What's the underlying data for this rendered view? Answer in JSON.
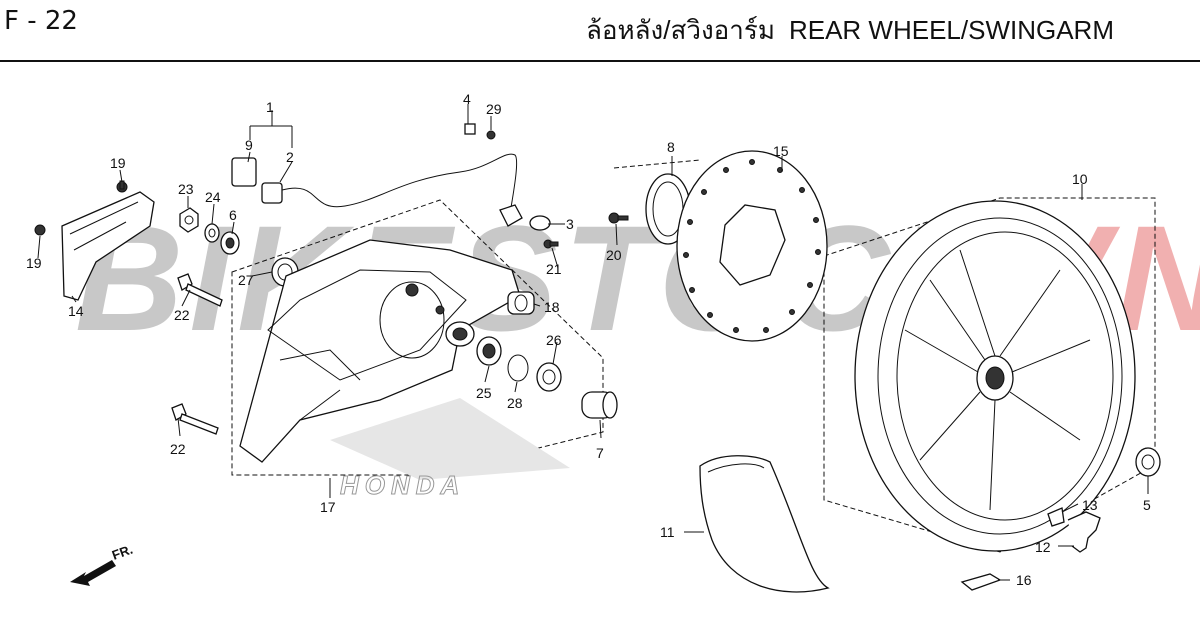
{
  "header": {
    "page_code": "F - 22",
    "title_thai": "ล้อหลัง/สวิงอาร์ม",
    "title_en": "REAR WHEEL/SWINGARM"
  },
  "watermark": {
    "text_main": "BIKESTOCK",
    "text_accent": "VN",
    "accent_color": "#e05050"
  },
  "brand_mark": "HONDA",
  "front_indicator": "FR.",
  "callouts": [
    "1",
    "2",
    "3",
    "4",
    "5",
    "6",
    "7",
    "8",
    "9",
    "10",
    "11",
    "12",
    "13",
    "14",
    "15",
    "16",
    "17",
    "18",
    "19",
    "19",
    "20",
    "21",
    "22",
    "22",
    "23",
    "24",
    "25",
    "26",
    "27",
    "28",
    "29"
  ]
}
